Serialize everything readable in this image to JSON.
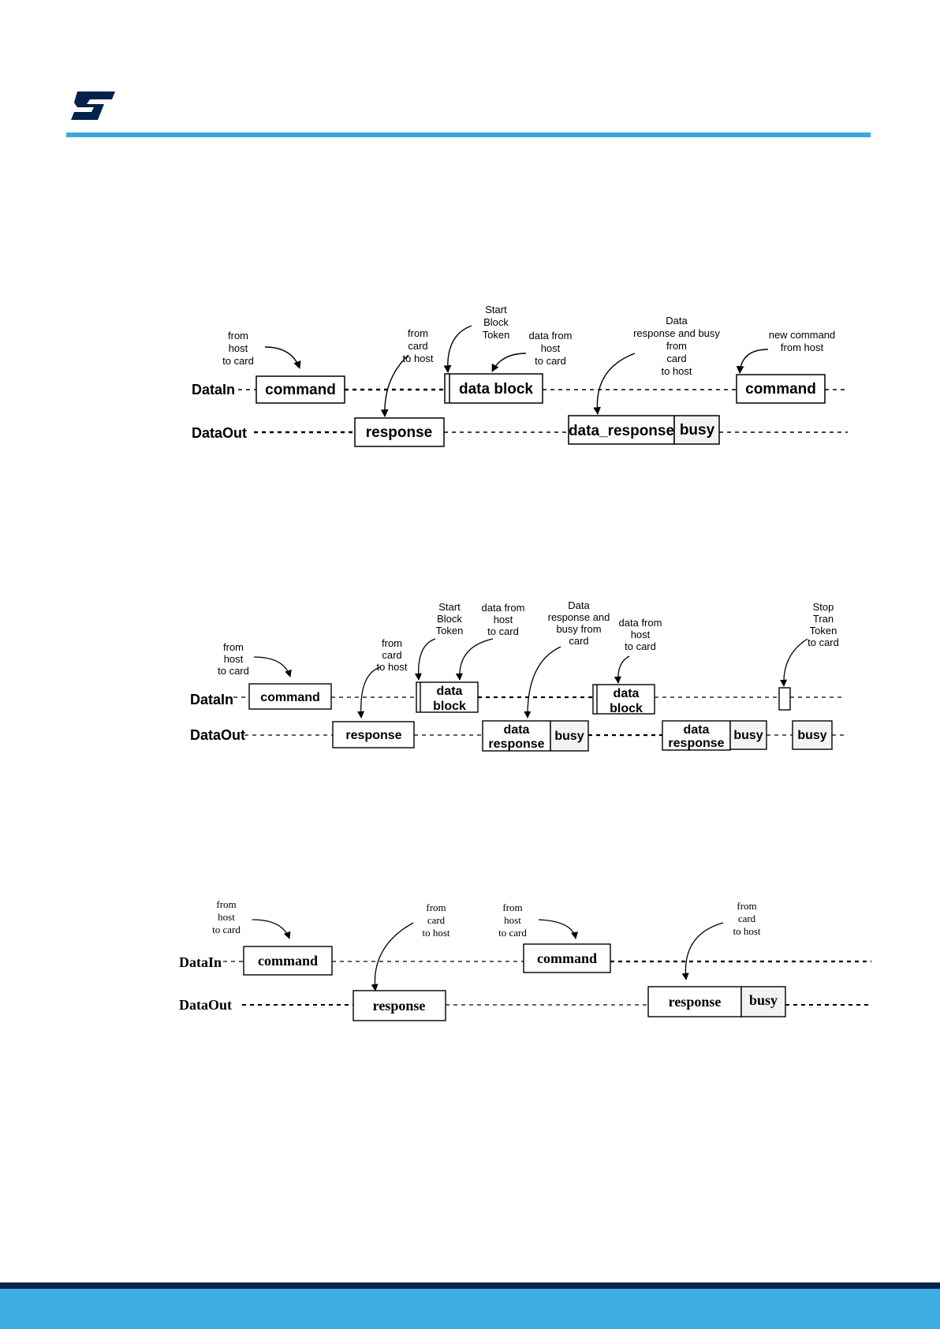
{
  "colors": {
    "accent": "#38a9e0",
    "footer_dark": "#03234b",
    "footer_light": "#3caee1"
  },
  "header": {
    "logo_icon": "st-logo-icon"
  },
  "diagram1": {
    "signal_in": "DataIn",
    "signal_out": "DataOut",
    "ann_from_host": [
      "from",
      "host",
      "to card"
    ],
    "ann_from_card": [
      "from",
      "card",
      "to host"
    ],
    "ann_start_block": [
      "Start",
      "Block",
      "Token"
    ],
    "ann_data_from_host": [
      "data from",
      "host",
      "to card"
    ],
    "ann_data_response": [
      "Data",
      "response and busy",
      "from",
      "card",
      "to host"
    ],
    "ann_new_command": [
      "new command",
      "from host"
    ],
    "box_command": "command",
    "box_response": "response",
    "box_data_block": "data block",
    "box_data_response": "data_response",
    "box_busy": "busy",
    "box_command2": "command"
  },
  "diagram2": {
    "signal_in": "DataIn",
    "signal_out": "DataOut",
    "ann_from_host": [
      "from",
      "host",
      "to card"
    ],
    "ann_from_card": [
      "from",
      "card",
      "to host"
    ],
    "ann_start_block": [
      "Start",
      "Block",
      "Token"
    ],
    "ann_data_from_host": [
      "data from",
      "host",
      "to card"
    ],
    "ann_data_response": [
      "Data",
      "response and",
      "busy from",
      "card"
    ],
    "ann_data_from_host2": [
      "data from",
      "host",
      "to card"
    ],
    "ann_stop_tran": [
      "Stop",
      "Tran",
      "Token",
      "to card"
    ],
    "box_command": "command",
    "box_response": "response",
    "box_data_block": [
      "data",
      "block"
    ],
    "box_data_block2": [
      "data",
      "block"
    ],
    "box_data_response": [
      "data",
      "response"
    ],
    "box_busy": "busy",
    "box_data_response2": [
      "data",
      "response"
    ],
    "box_busy2": "busy",
    "box_busy3": "busy"
  },
  "diagram3": {
    "signal_in": "DataIn",
    "signal_out": "DataOut",
    "ann_from_host": [
      "from",
      "host",
      "to card"
    ],
    "ann_from_card": [
      "from",
      "card",
      "to host"
    ],
    "ann_from_host2": [
      "from",
      "host",
      "to card"
    ],
    "ann_from_card2": [
      "from",
      "card",
      "to host"
    ],
    "box_command": "command",
    "box_response": "response",
    "box_command2": "command",
    "box_response2": "response",
    "box_busy": "busy"
  }
}
